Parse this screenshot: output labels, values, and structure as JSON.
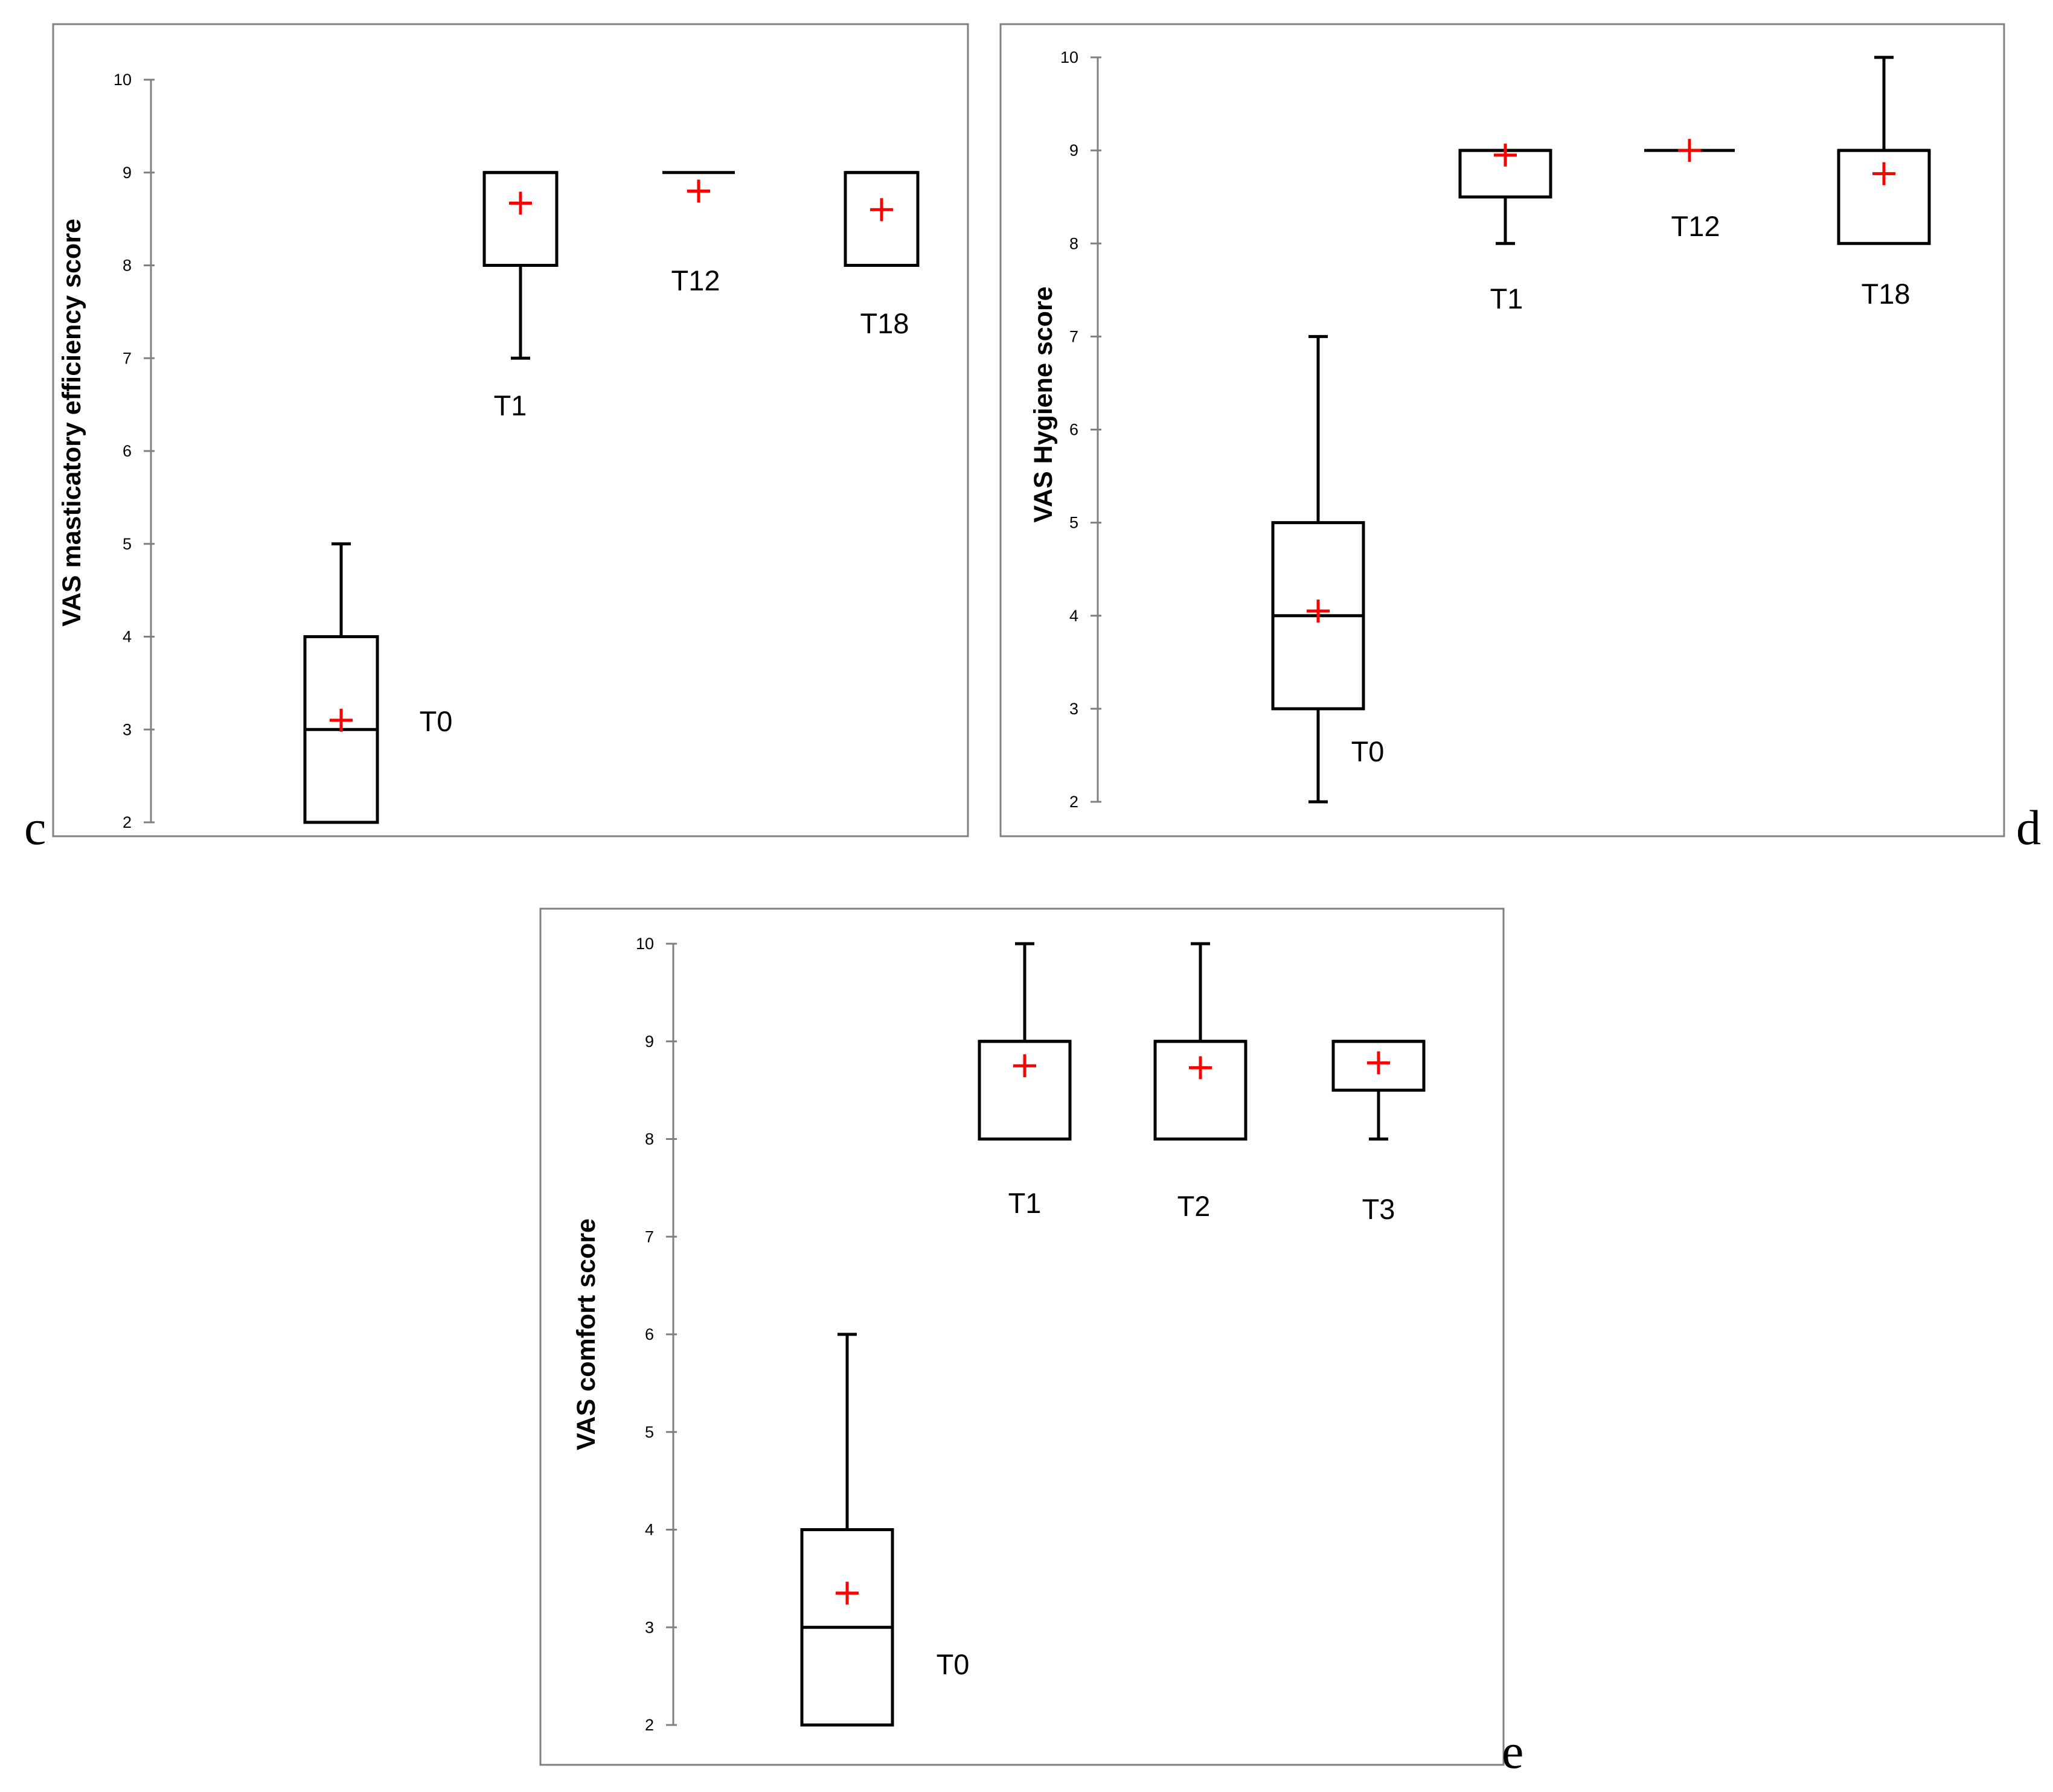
{
  "chart_data": [
    {
      "type": "box",
      "panel_label": "c",
      "ylabel": "VAS masticatory  efficiency score",
      "ylim": [
        2,
        10
      ],
      "yticks": [
        2,
        3,
        4,
        5,
        6,
        7,
        8,
        9,
        10
      ],
      "grid": false,
      "categories": [
        "T0",
        "T1",
        "T12",
        "T18"
      ],
      "boxes": [
        {
          "label": "T0",
          "min": 2,
          "q1": 2,
          "median": 3,
          "q3": 4,
          "max": 5,
          "mean": 3.1
        },
        {
          "label": "T1",
          "min": 7,
          "q1": 8,
          "median": 9,
          "q3": 9,
          "max": 9,
          "mean": 8.67
        },
        {
          "label": "T12",
          "min": 9,
          "q1": 9,
          "median": 9,
          "q3": 9,
          "max": 9,
          "mean": 8.8
        },
        {
          "label": "T18",
          "min": 8,
          "q1": 8,
          "median": 9,
          "q3": 9,
          "max": 9,
          "mean": 8.6
        }
      ]
    },
    {
      "type": "box",
      "panel_label": "d",
      "ylabel": "VAS Hygiene score",
      "ylim": [
        2,
        10
      ],
      "yticks": [
        2,
        3,
        4,
        5,
        6,
        7,
        8,
        9,
        10
      ],
      "grid": false,
      "categories": [
        "T0",
        "T1",
        "T12",
        "T18"
      ],
      "boxes": [
        {
          "label": "T0",
          "min": 2,
          "q1": 3,
          "median": 4,
          "q3": 5,
          "max": 7,
          "mean": 4.05
        },
        {
          "label": "T1",
          "min": 8,
          "q1": 8.5,
          "median": 9,
          "q3": 9,
          "max": 9,
          "mean": 8.95
        },
        {
          "label": "T12",
          "min": 9,
          "q1": 9,
          "median": 9,
          "q3": 9,
          "max": 9,
          "mean": 9.0
        },
        {
          "label": "T18",
          "min": 8,
          "q1": 8,
          "median": 9,
          "q3": 9,
          "max": 10,
          "mean": 8.75
        }
      ]
    },
    {
      "type": "box",
      "panel_label": "e",
      "ylabel": "VAS comfort score",
      "ylim": [
        2,
        10
      ],
      "yticks": [
        2,
        3,
        4,
        5,
        6,
        7,
        8,
        9,
        10
      ],
      "grid": false,
      "categories": [
        "T0",
        "T1",
        "T2",
        "T3"
      ],
      "boxes": [
        {
          "label": "T0",
          "min": 2,
          "q1": 2,
          "median": 3,
          "q3": 4,
          "max": 6,
          "mean": 3.35
        },
        {
          "label": "T1",
          "min": 8,
          "q1": 8,
          "median": 9,
          "q3": 9,
          "max": 10,
          "mean": 8.75
        },
        {
          "label": "T2",
          "min": 8,
          "q1": 8,
          "median": 9,
          "q3": 9,
          "max": 10,
          "mean": 8.73
        },
        {
          "label": "T3",
          "min": 8,
          "q1": 8.5,
          "median": 9,
          "q3": 9,
          "max": 9,
          "mean": 8.78
        }
      ]
    }
  ]
}
